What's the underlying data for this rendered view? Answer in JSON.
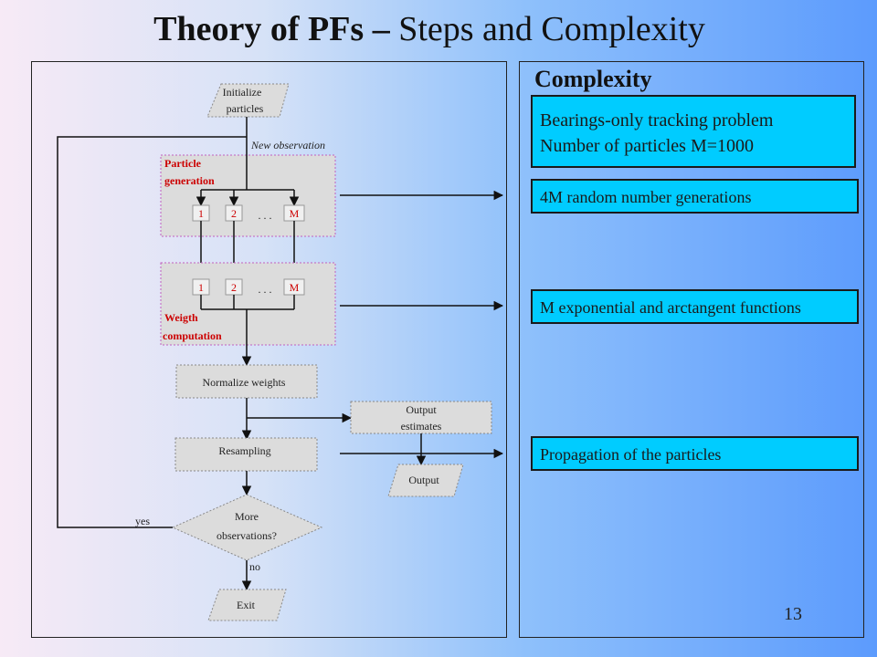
{
  "slide": {
    "title_bold": "Theory of PFs",
    "title_dash": " – ",
    "title_rest": "Steps and Complexity",
    "page_number": "13"
  },
  "flowchart": {
    "init": {
      "line1": "Initialize",
      "line2": "particles"
    },
    "new_observation": "New observation",
    "particle_generation": {
      "line1": "Particle",
      "line2": "generation"
    },
    "weight_computation": {
      "line1": "Weigth",
      "line2": "computation"
    },
    "particle_labels": {
      "first": "1",
      "second": "2",
      "ellipsis": ". . .",
      "last": "M"
    },
    "normalize": "Normalize weights",
    "output_estimates": {
      "line1": "Output",
      "line2": "estimates"
    },
    "resampling": "Resampling",
    "output": "Output",
    "decision": {
      "line1": "More",
      "line2": "observations?"
    },
    "yes": "yes",
    "no": "no",
    "exit": "Exit"
  },
  "complexity": {
    "title": "Complexity",
    "problem_line1": "Bearings-only tracking problem",
    "problem_line2": "Number of particles M=1000",
    "item1": "4M random number generations",
    "item2": "M exponential and arctangent functions",
    "item3": "Propagation of the particles"
  },
  "colors": {
    "box_fill": "#00ccff",
    "red_label": "#cc0000",
    "group_fill": "#dcdcdc"
  }
}
